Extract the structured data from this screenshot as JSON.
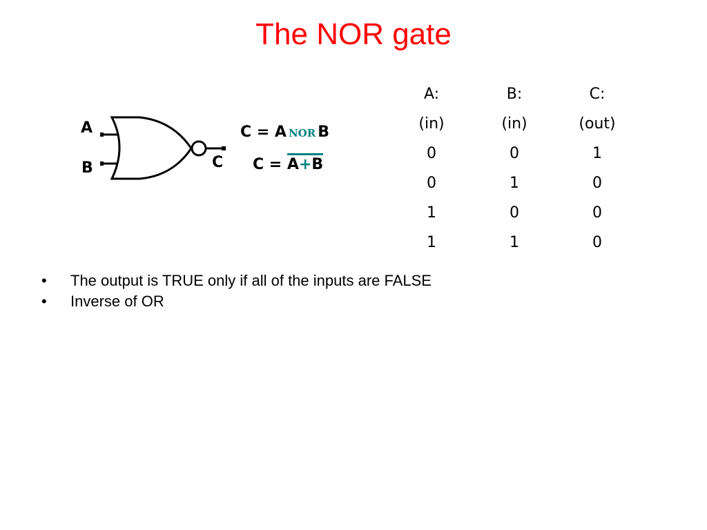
{
  "title": "The NOR gate",
  "diagram": {
    "input_a": "A",
    "input_b": "B",
    "output_c": "C",
    "expr1": {
      "lhs": "C = A",
      "op": "NOR",
      "rhs": "B"
    },
    "expr2": {
      "lhs": "C = ",
      "a": "A",
      "plus": "+",
      "b": "B"
    },
    "accent_color": "#008080"
  },
  "truth_table": {
    "headers": [
      {
        "name": "A:",
        "dir": "(in)"
      },
      {
        "name": "B:",
        "dir": "(in)"
      },
      {
        "name": "C:",
        "dir": "(out)"
      }
    ],
    "rows": [
      [
        "0",
        "0",
        "1"
      ],
      [
        "0",
        "1",
        "0"
      ],
      [
        "1",
        "0",
        "0"
      ],
      [
        "1",
        "1",
        "0"
      ]
    ]
  },
  "bullets": [
    "The output is TRUE only if all of the inputs are FALSE",
    "Inverse of OR"
  ],
  "title_color": "#ff0000"
}
